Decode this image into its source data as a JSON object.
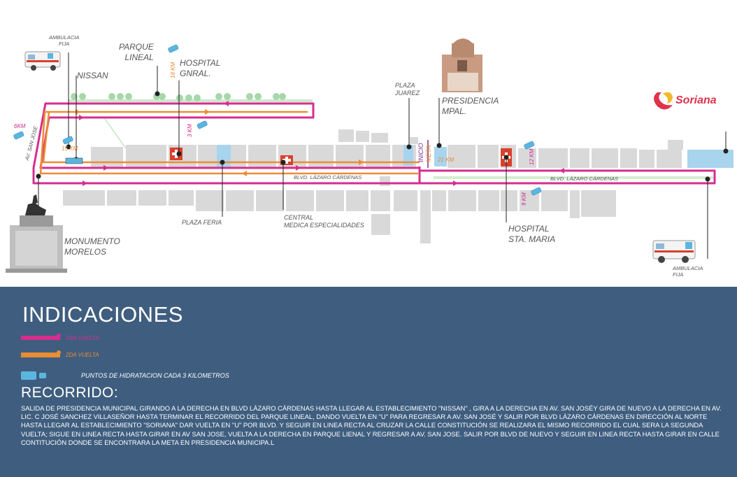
{
  "map": {
    "labels": {
      "ambulancia_fija_1": "AMBULACIA\nFIJA",
      "nissan": "NISSAN",
      "parque_lineal": "PARQUE\nLINEAL",
      "hospital_gnral": "HOSPITAL\nGNRAL.",
      "plaza_juarez": "PLAZA\nJUAREZ",
      "presidencia": "PRESIDENCIA\nMPAL.",
      "soriana": "Soriana",
      "monumento": "MONUMENTO\nMORELOS",
      "plaza_feria": "PLAZA FERIA",
      "central_medica": "CENTRAL\nMEDICA ESPECIALIDADES",
      "hospital_sta_maria": "HOSPITAL\nSTA. MARIA",
      "ambulancia_fija_2": "AMBULACIA\nFIJA",
      "blvd_1": "BLVD. LÁZARO CÁRDENAS",
      "blvd_2": "BLVD. LÁZARO CÁRDENAS",
      "av_san_jose": "AV. SAN JOSE",
      "inicio": "INICIO",
      "meta": "META"
    },
    "km_markers": {
      "km6": "6KM",
      "km15": "15 KM",
      "km18": "18 KM",
      "km3": "3 KM",
      "km21": "21 KM",
      "km12": "12 KM",
      "km9": "9 KM"
    },
    "colors": {
      "lap1": "#d62d8f",
      "lap2": "#ec8c35",
      "hydration": "#5bb6df",
      "building": "#d9d9d9",
      "highlight": "#a8d4ee",
      "hospital": "#d9412b",
      "tree": "#a6d8a9",
      "soriana": "#e0334b"
    }
  },
  "legend": {
    "title": "INDICACIONES",
    "lap1": "1RA VUELTA",
    "lap2": "2DA VUELTA",
    "hydration": "PUNTOS DE HIDRATACION CADA 3 KILOMETROS",
    "route_title": "RECORRIDO:",
    "route_text": "SALIDA DE PRESIDENCIA MUNICIPAL GIRANDO A LA DERECHA EN BLVD LÁZARO CÁRDENAS  HASTA LLEGAR AL ESTABLECIMIENTO \"NISSAN\" , GIRA A LA DERECHA EN AV. SAN JOSÉY GIRA DE NUEVO A LA DERECHA EN AV. LIC. C JOSÉ SANCHEZ VILLASEÑOR HASTA TERMINAR EL RECORRIDO DEL PARQUE LINEAL, DANDO VUELTA EN \"U\" PARA REGRESAR A AV. SAN JOSÉ Y SALIR POR BLVD LÁZARO CÁRDENAS EN DIRECCIÓN AL NORTE HASTA LLEGAR AL ESTABLECIMIENTO \"SORIANA\" DAR VUELTA EN \"U\" POR BLVD. Y SEGUIR EN LINEA RECTA AL CRUZAR LA CALLE CONSTITUCIÓN SE REALIZARA EL MISMO RECORRIDO EL CUAL SERA LA SEGUNDA VUELTA; SIGUE EN LINEA RECTA HASTA GIRAR EN AV SAN JOSE, VUELTA  A LA DERECHA EN PARQUE LIENAL Y REGRESAR A AV. SAN JOSE. SALIR POR BLVD DE NUEVO Y SEGUIR EN LINEA RECTA HASTA GIRAR EN CALLE CONTITUCIÓN DONDE SE ENCONTRARA LA META EN PRESIDENCIA MUNICIPA.L"
  }
}
